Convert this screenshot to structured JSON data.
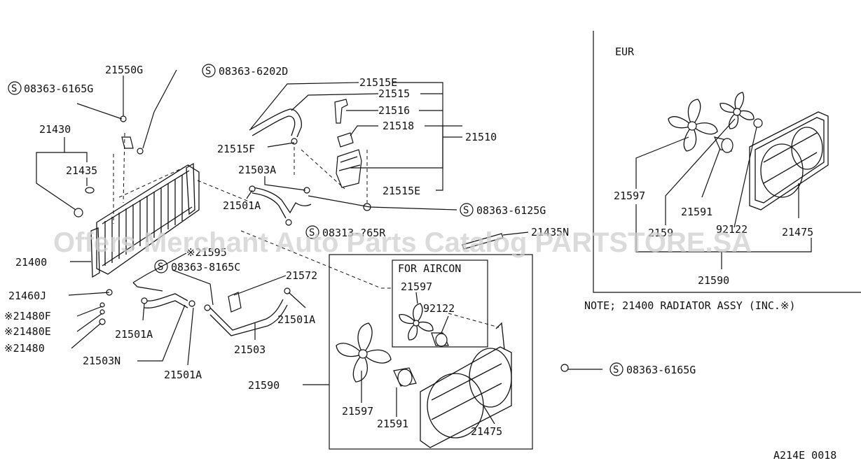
{
  "watermark": "Offers Merchant Auto Parts Catalog PARTSTORE.SA",
  "labels": {
    "p21550G": "21550G",
    "s6202D": "08363-6202D",
    "s6165G_top": "08363-6165G",
    "p21430": "21430",
    "p21435": "21435",
    "p21515E_a": "21515E",
    "p21515": "21515",
    "p21516": "21516",
    "p21518": "21518",
    "p21510": "21510",
    "p21515F": "21515F",
    "p21503A": "21503A",
    "p21515E_b": "21515E",
    "p21501A_a": "21501A",
    "s6125G": "08363-6125G",
    "s08313": "08313-?65R",
    "p21435N": "21435N",
    "p21595": "※21595",
    "p21400": "21400",
    "s8165C": "08363-8165C",
    "p21572": "21572",
    "p21460J": "21460J",
    "p21480F": "※21480F",
    "p21480E": "※21480E",
    "p21480": "※21480",
    "p21501A_b": "21501A",
    "p21501A_c": "21501A",
    "p21503": "21503",
    "p21503N": "21503N",
    "p21501A_d": "21501A",
    "p21590_main": "21590",
    "s6165G_bot": "08363-6165G",
    "p21597_main": "21597",
    "p21591_main": "21591",
    "p21475_main": "21475",
    "aircon_title": "FOR AIRCON",
    "p21597_ac": "21597",
    "p92122_ac": "92122",
    "eur_title": "EUR",
    "p21597_eur_a": "21597",
    "p2159_eur": "2159",
    "p21591_eur": "21591",
    "p92122_eur": "92122",
    "p21475_eur": "21475",
    "p21590_eur": "21590",
    "note": "NOTE; 21400 RADIATOR ASSY (INC.※)",
    "code": "A214E 0018",
    "s_mark": "S"
  }
}
